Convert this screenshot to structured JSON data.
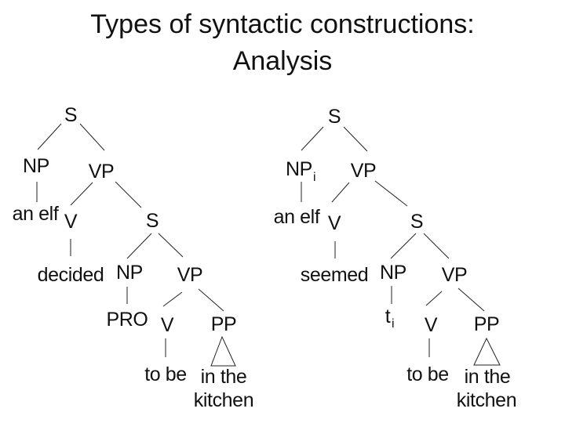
{
  "slide": {
    "title_line1": "Types of syntactic constructions:",
    "title_line2": "Analysis"
  },
  "colors": {
    "background": "#ffffff",
    "text": "#111111",
    "tree_lines": "#222222"
  },
  "trees": {
    "left": {
      "root": "S",
      "subject_np": "NP",
      "subject_words": "an elf",
      "vp": "VP",
      "verb": "V",
      "verb_word": "decided",
      "embedded_s": "S",
      "embedded_np": "NP",
      "embedded_np_word": "PRO",
      "embedded_vp": "VP",
      "embedded_verb": "V",
      "embedded_verb_words": "to be",
      "pp": "PP",
      "pp_words_line1": "in the",
      "pp_words_line2": "kitchen"
    },
    "right": {
      "root": "S",
      "subject_np": "NP",
      "subject_np_sub": "i",
      "subject_words": "an elf",
      "vp": "VP",
      "verb": "V",
      "verb_word": "seemed",
      "embedded_s": "S",
      "embedded_np": "NP",
      "trace": "t",
      "trace_sub": "i",
      "embedded_vp": "VP",
      "embedded_verb": "V",
      "embedded_verb_words": "to be",
      "pp": "PP",
      "pp_words_line1": "in the",
      "pp_words_line2": "kitchen"
    }
  }
}
